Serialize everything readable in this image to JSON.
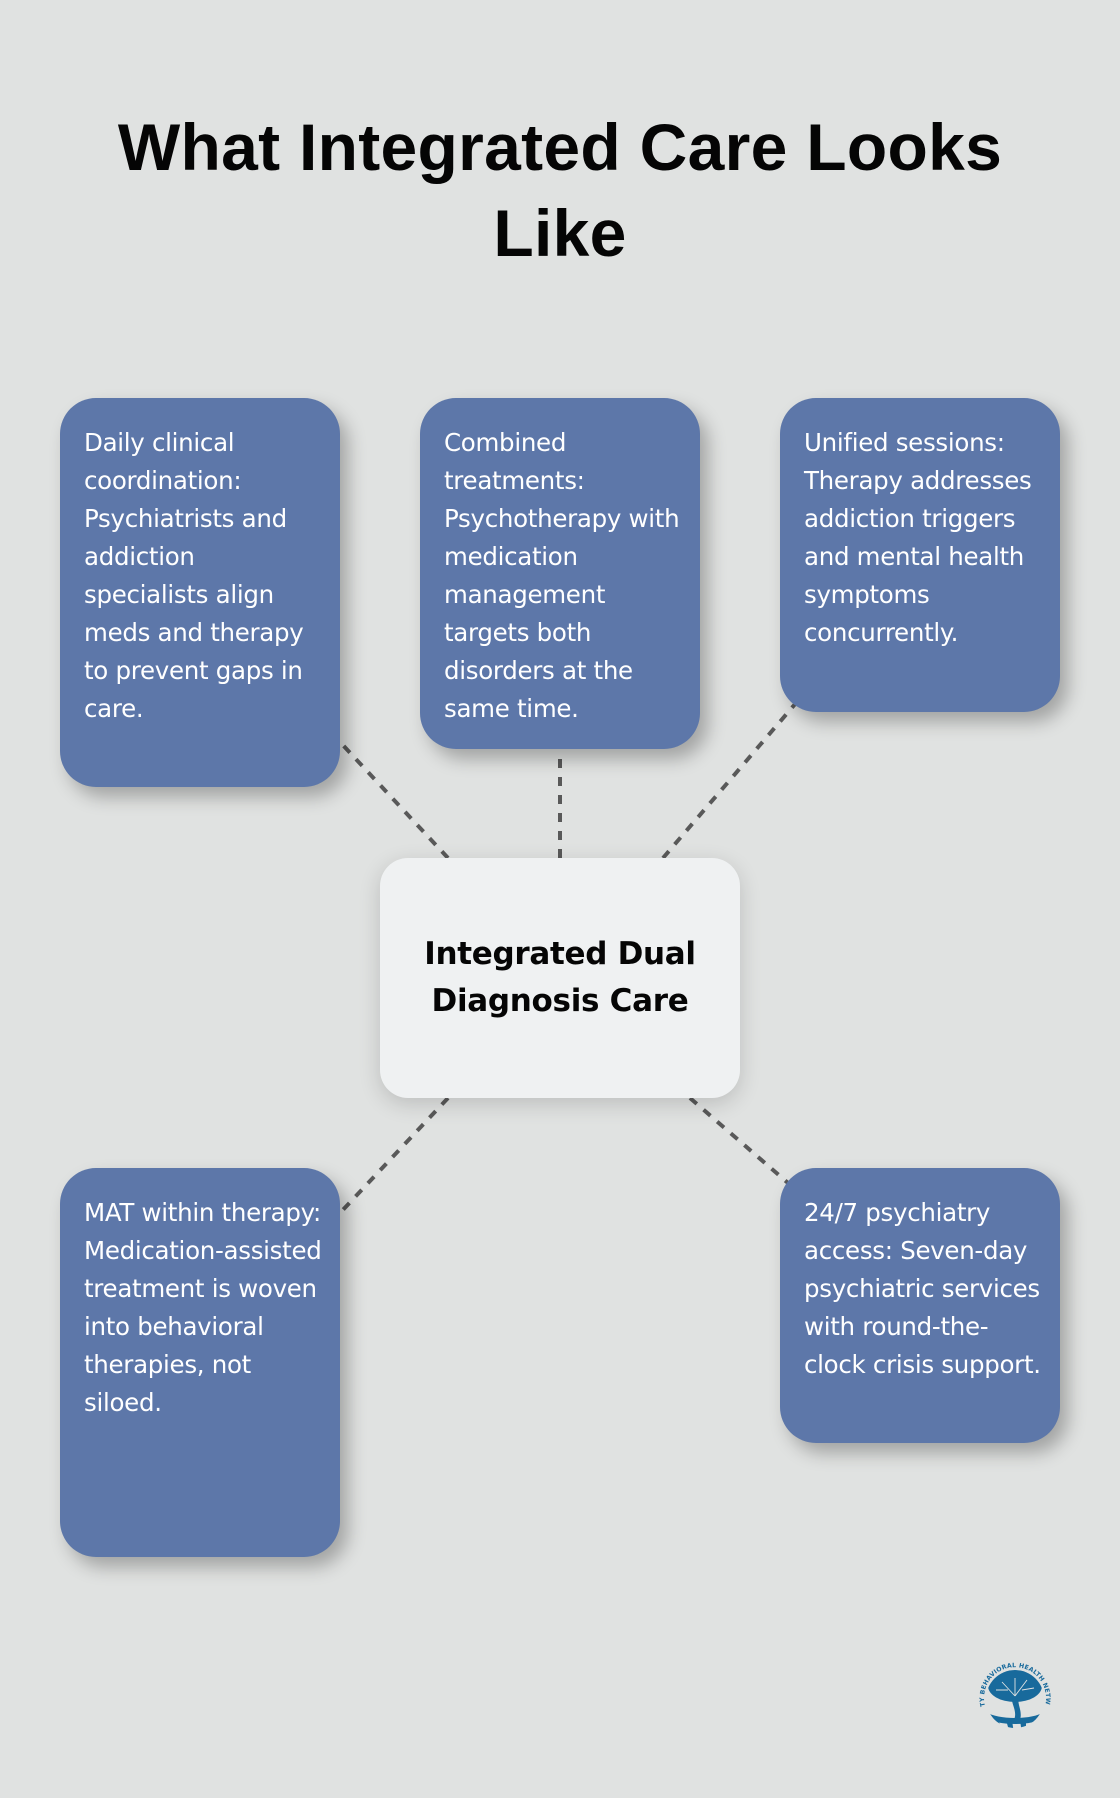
{
  "page": {
    "title": "What Integrated Care Looks Like",
    "background_color": "#e0e2e1"
  },
  "center_node": {
    "label": "Integrated Dual Diagnosis Care",
    "fill_color": "#eff1f2"
  },
  "nodes": [
    {
      "id": "daily-clinical-coordination",
      "text": "Daily clinical coordination: Psychiatrists and addiction specialists align meds and therapy to prevent gaps in care."
    },
    {
      "id": "combined-treatments",
      "text": "Combined treatments: Psychotherapy with medication management targets both disorders at the same time."
    },
    {
      "id": "unified-sessions",
      "text": "Unified sessions: Therapy addresses addiction triggers and mental health symptoms concurrently."
    },
    {
      "id": "mat-within-therapy",
      "text": "MAT within therapy: Medication-assisted treatment is woven into behavioral therapies, not siloed."
    },
    {
      "id": "psychiatry-access",
      "text": "24/7 psychiatry access: Seven-day psychiatric services with round-the-clock crisis support."
    }
  ],
  "connectors": {
    "style": "dashed",
    "color": "#595959",
    "links": [
      {
        "from": "center_node",
        "to": "daily-clinical-coordination"
      },
      {
        "from": "center_node",
        "to": "combined-treatments"
      },
      {
        "from": "center_node",
        "to": "unified-sessions"
      },
      {
        "from": "center_node",
        "to": "mat-within-therapy"
      },
      {
        "from": "center_node",
        "to": "psychiatry-access"
      }
    ]
  },
  "colors": {
    "node_fill": "#5d77a9",
    "node_text": "#ffffff",
    "title_text": "#050505",
    "logo": "#186a9c"
  },
  "logo": {
    "icon": "tree-circle-logo-icon",
    "text": "AMITY BEHAVIORAL HEALTH NETWORK"
  }
}
